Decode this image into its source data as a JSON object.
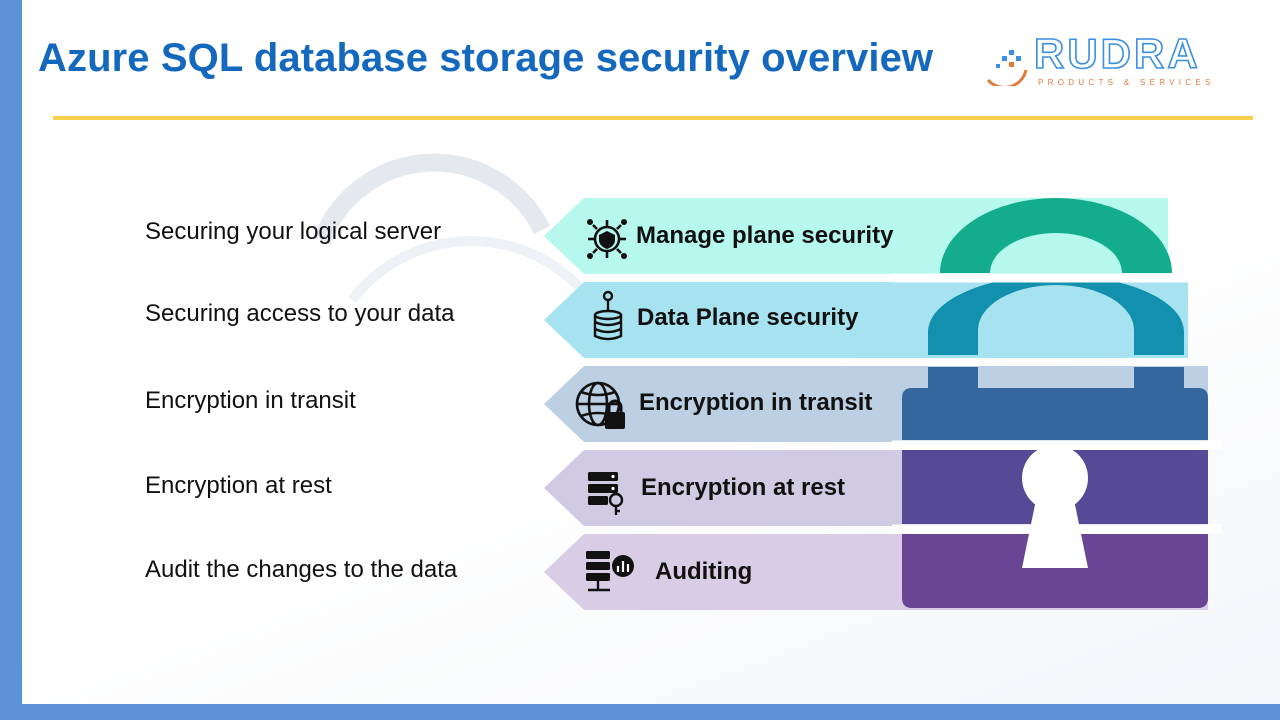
{
  "title": "Azure SQL database storage security overview",
  "logo": {
    "name": "RUDRA",
    "tagline": "PRODUCTS & SERVICES"
  },
  "rows": [
    {
      "left_text": "Securing your logical server",
      "band_text": "Manage plane security",
      "icon": "gear-shield-icon",
      "color": "#b6f7ee"
    },
    {
      "left_text": "Securing access to your data",
      "band_text": "Data Plane security",
      "icon": "database-key-icon",
      "color": "#a6e2f0"
    },
    {
      "left_text": "Encryption in transit",
      "band_text": "Encryption in transit",
      "icon": "globe-lock-icon",
      "color": "#bccfe3"
    },
    {
      "left_text": "Encryption at rest",
      "band_text": "Encryption at rest",
      "icon": "server-key-icon",
      "color": "#d0cbe3"
    },
    {
      "left_text": "Audit the changes to the data",
      "band_text": "Auditing",
      "icon": "server-chart-icon",
      "color": "#d9cde6"
    }
  ],
  "lock_colors": [
    "#13ad8e",
    "#1390ad",
    "#35679f",
    "#564a97",
    "#6a4596"
  ]
}
